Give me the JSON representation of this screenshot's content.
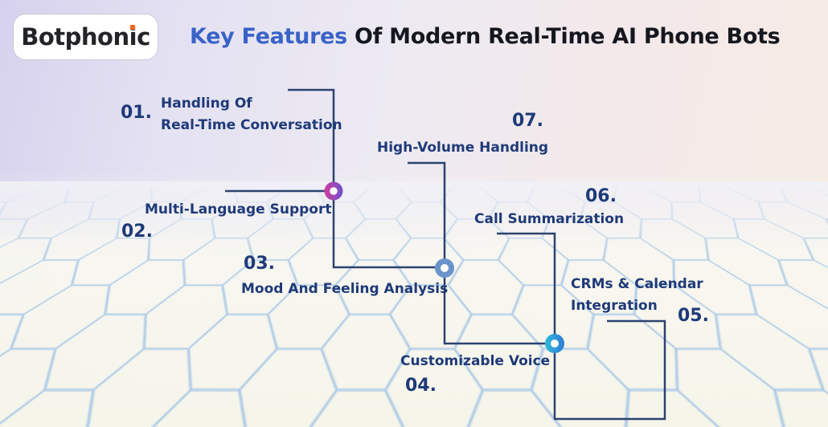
{
  "brand": {
    "name": "Botphonic",
    "dot_color": "#f26a21"
  },
  "title": {
    "highlight": "Key Features",
    "rest": " Of Modern Real-Time AI Phone Bots",
    "highlight_color": "#3a63c8",
    "text_color": "#15171f"
  },
  "features": [
    {
      "number": "01.",
      "lines": [
        "Handling Of",
        "Real-Time Conversation"
      ]
    },
    {
      "number": "02.",
      "lines": [
        "Multi-Language Support",
        ""
      ]
    },
    {
      "number": "03.",
      "lines": [
        "Mood And Feeling Analysis",
        ""
      ]
    },
    {
      "number": "04.",
      "lines": [
        "Customizable Voice",
        ""
      ]
    },
    {
      "number": "05.",
      "lines": [
        "CRMs & Calendar",
        "Integration"
      ]
    },
    {
      "number": "06.",
      "lines": [
        "Call Summarization",
        ""
      ]
    },
    {
      "number": "07.",
      "lines": [
        "High-Volume Handling",
        ""
      ]
    }
  ],
  "colors": {
    "text_navy": "#1e3a78",
    "connector_line": "#2c4370",
    "node1_gradient": [
      "#cf3da0",
      "#6d52cc"
    ],
    "node2_fill": "#6a93cb",
    "node3_gradient": [
      "#2fb9da",
      "#2e7bd6"
    ],
    "node_center": "#ffffff",
    "hex_mesh_line": "#86b4e3",
    "bg_top_left": "#d6d2ee",
    "bg_top_right": "#f7ebe4",
    "bg_bottom": "#f6f5ea"
  }
}
